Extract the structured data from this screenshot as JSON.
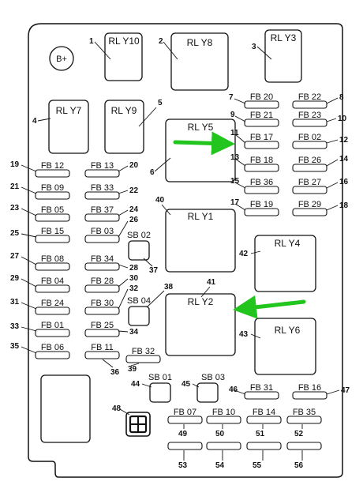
{
  "diagram": {
    "colors": {
      "outline": "#111111",
      "arrow": "#22c41e",
      "background": "#ffffff"
    },
    "battery": {
      "label": "B+"
    },
    "relays": [
      {
        "id": "rly10",
        "label": "RL Y10",
        "num": "1"
      },
      {
        "id": "rly8",
        "label": "RL Y8",
        "num": "2"
      },
      {
        "id": "rly3",
        "label": "RL Y3",
        "num": "3"
      },
      {
        "id": "rly7",
        "label": "RL Y7",
        "num": "4"
      },
      {
        "id": "rly9",
        "label": "RL Y9",
        "num": "5"
      },
      {
        "id": "rly5",
        "label": "RL Y5",
        "num": "6"
      },
      {
        "id": "rly1",
        "label": "RL Y1",
        "num": "40"
      },
      {
        "id": "rly2",
        "label": "RL Y2",
        "num": "41"
      },
      {
        "id": "rly4",
        "label": "RL Y4",
        "num": "42"
      },
      {
        "id": "rly6",
        "label": "RL Y6",
        "num": "43"
      }
    ],
    "fuses": [
      {
        "id": "fb20",
        "label": "FB 20",
        "num": "7"
      },
      {
        "id": "fb22",
        "label": "FB 22",
        "num": "8"
      },
      {
        "id": "fb21",
        "label": "FB 21",
        "num": "9"
      },
      {
        "id": "fb23",
        "label": "FB 23",
        "num": "10"
      },
      {
        "id": "fb17",
        "label": "FB 17",
        "num": "11"
      },
      {
        "id": "fb02",
        "label": "FB 02",
        "num": "12"
      },
      {
        "id": "fb18",
        "label": "FB 18",
        "num": "13"
      },
      {
        "id": "fb26",
        "label": "FB 26",
        "num": "14"
      },
      {
        "id": "fb36",
        "label": "FB 36",
        "num": "15"
      },
      {
        "id": "fb27",
        "label": "FB 27",
        "num": "16"
      },
      {
        "id": "fb19",
        "label": "FB 19",
        "num": "17"
      },
      {
        "id": "fb29",
        "label": "FB 29",
        "num": "18"
      },
      {
        "id": "fb12",
        "label": "FB 12",
        "num": "19"
      },
      {
        "id": "fb13",
        "label": "FB 13",
        "num": "20"
      },
      {
        "id": "fb09",
        "label": "FB 09",
        "num": "21"
      },
      {
        "id": "fb33",
        "label": "FB 33",
        "num": "22"
      },
      {
        "id": "fb05",
        "label": "FB 05",
        "num": "23"
      },
      {
        "id": "fb37",
        "label": "FB 37",
        "num": "24"
      },
      {
        "id": "fb15",
        "label": "FB 15",
        "num": "25"
      },
      {
        "id": "fb03",
        "label": "FB 03",
        "num": "26"
      },
      {
        "id": "fb08",
        "label": "FB 08",
        "num": "27"
      },
      {
        "id": "fb34",
        "label": "FB 34",
        "num": "28"
      },
      {
        "id": "fb04",
        "label": "FB 04",
        "num": "29"
      },
      {
        "id": "fb28",
        "label": "FB 28",
        "num": "30"
      },
      {
        "id": "fb24",
        "label": "FB 24",
        "num": "31"
      },
      {
        "id": "fb30",
        "label": "FB 30",
        "num": "32"
      },
      {
        "id": "fb01",
        "label": "FB 01",
        "num": "33"
      },
      {
        "id": "fb25",
        "label": "FB 25",
        "num": "34"
      },
      {
        "id": "fb06",
        "label": "FB 06",
        "num": "35"
      },
      {
        "id": "fb11",
        "label": "FB 11",
        "num": "36"
      },
      {
        "id": "fb32",
        "label": "FB 32",
        "num": "39"
      },
      {
        "id": "fb31",
        "label": "FB 31",
        "num": "46"
      },
      {
        "id": "fb16",
        "label": "FB 16",
        "num": "47"
      },
      {
        "id": "fb07",
        "label": "FB 07",
        "num": "49"
      },
      {
        "id": "fb10",
        "label": "FB 10",
        "num": "50"
      },
      {
        "id": "fb14",
        "label": "FB 14",
        "num": "51"
      },
      {
        "id": "fb35",
        "label": "FB 35",
        "num": "52"
      },
      {
        "id": "fb07b",
        "label": "",
        "num": "53"
      },
      {
        "id": "fb10b",
        "label": "",
        "num": "54"
      },
      {
        "id": "fb14b",
        "label": "",
        "num": "55"
      },
      {
        "id": "fb35b",
        "label": "",
        "num": "56"
      }
    ],
    "sbs": [
      {
        "id": "sb02",
        "label": "SB 02",
        "num": "37"
      },
      {
        "id": "sb04",
        "label": "SB 04",
        "num": "38"
      },
      {
        "id": "sb01",
        "label": "SB 01",
        "num": "44"
      },
      {
        "id": "sb03",
        "label": "SB 03",
        "num": "45"
      }
    ],
    "connector": {
      "num": "48"
    }
  }
}
